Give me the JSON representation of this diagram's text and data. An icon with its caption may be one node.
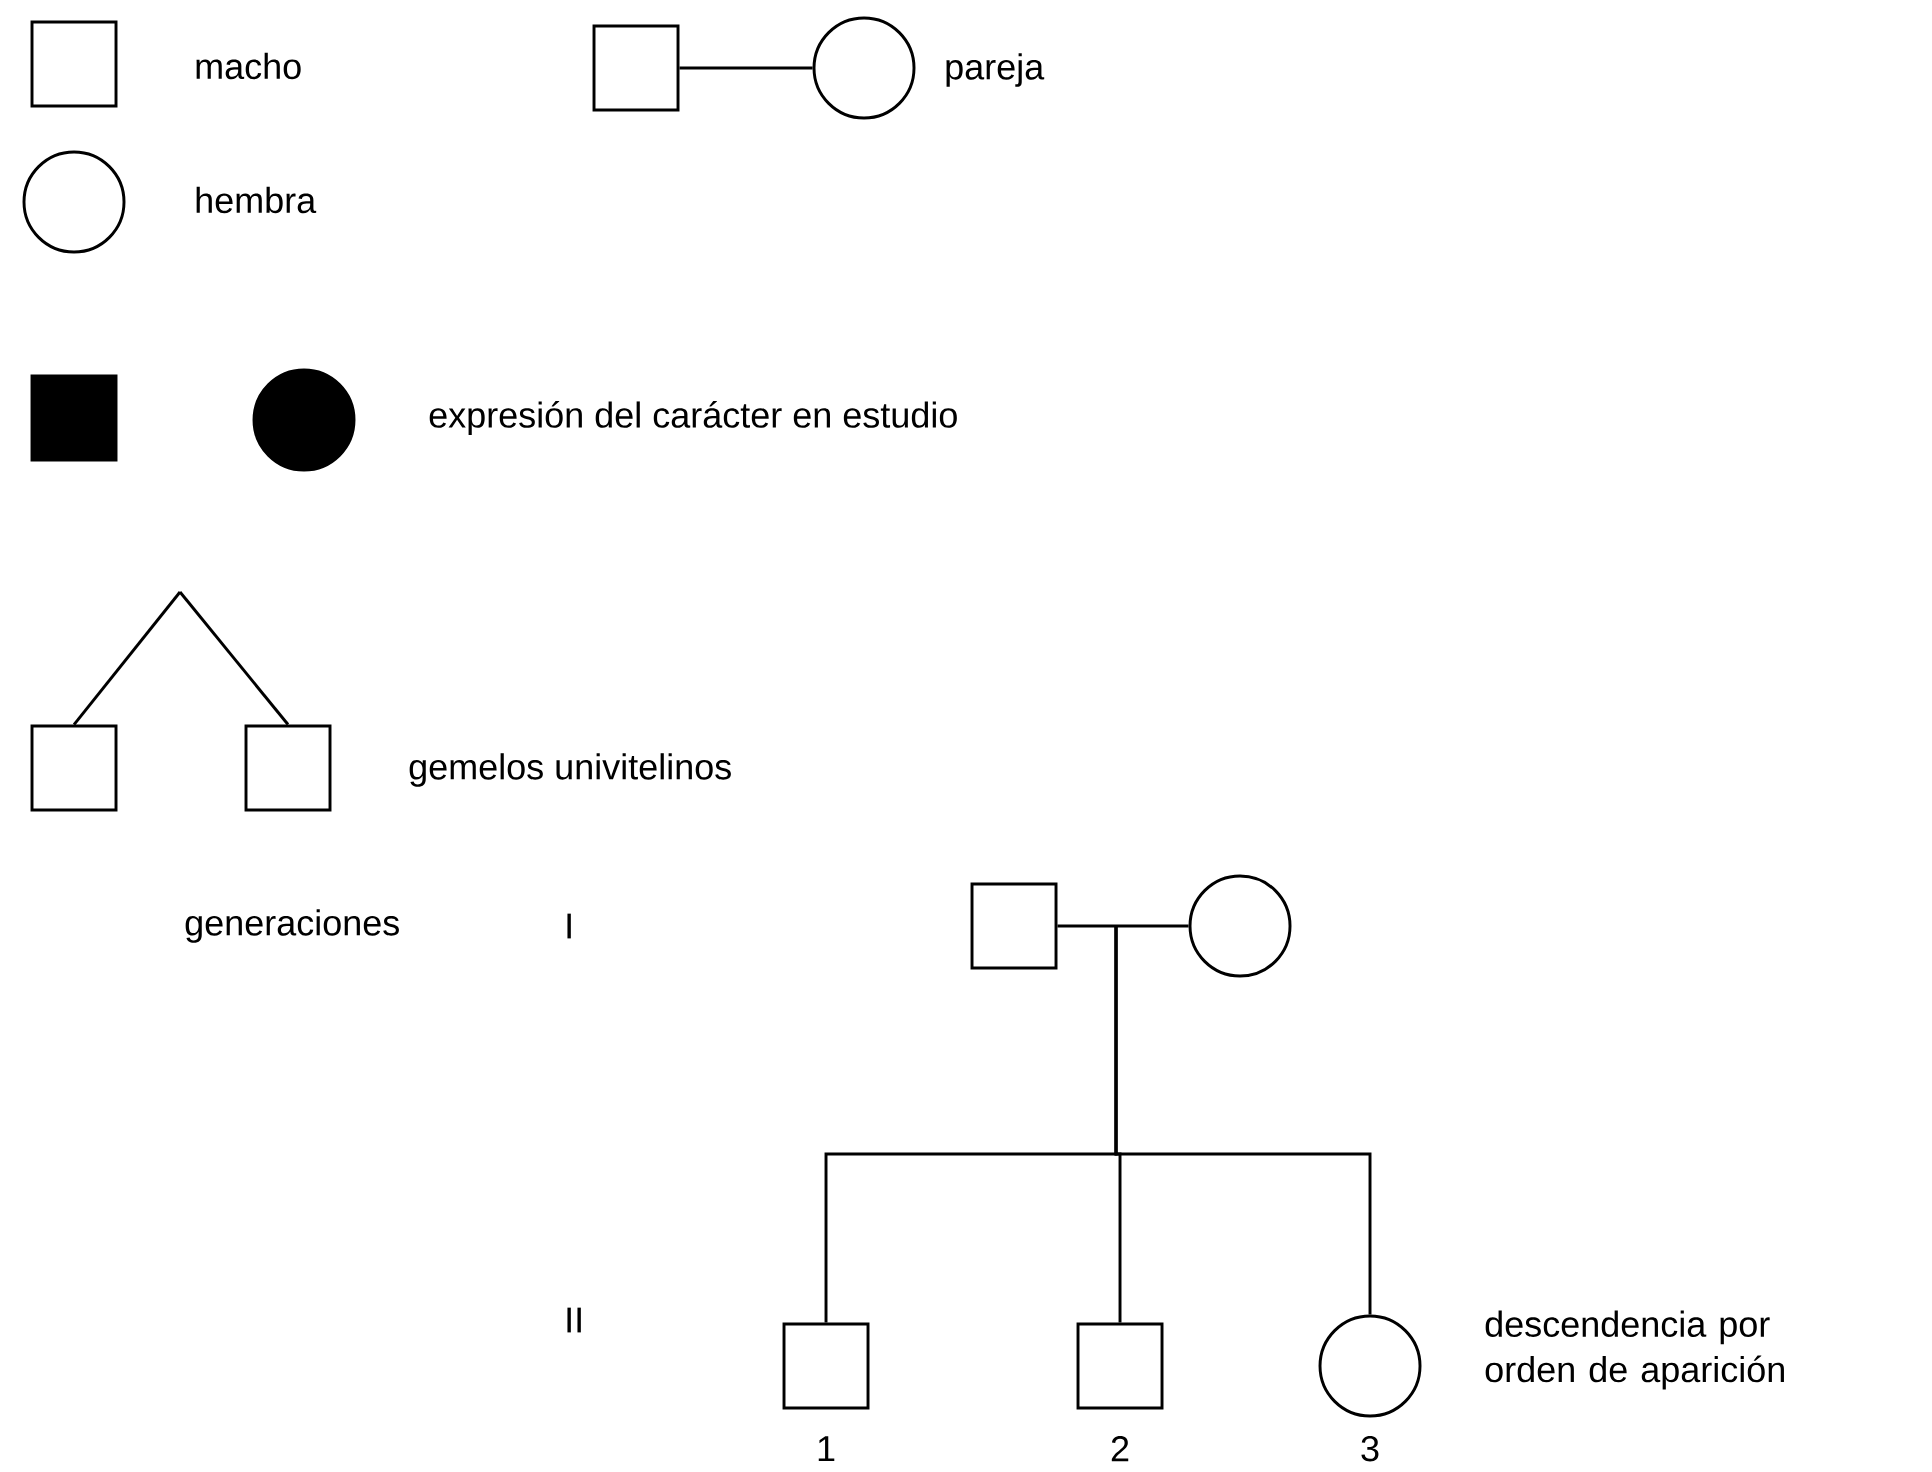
{
  "diagram": {
    "nodes": [
      {
        "text": [],
        "shape": "box"
      },
      {
        "text": [],
        "shape": "box"
      },
      {
        "text": [],
        "shape": "circle"
      },
      {
        "text": [],
        "shape": "circle"
      },
      {
        "text": [],
        "shape": "box"
      },
      {
        "text": [],
        "shape": "circle"
      },
      {
        "text": [],
        "shape": "box"
      },
      {
        "text": [],
        "shape": "box"
      },
      {
        "text": [],
        "shape": "box"
      },
      {
        "text": [],
        "shape": "circle"
      },
      {
        "text": [],
        "shape": "box",
        "beside": [
          "1"
        ]
      },
      {
        "text": [],
        "shape": "box",
        "beside": [
          "2"
        ]
      },
      {
        "text": [],
        "shape": "circle",
        "beside": [
          "3"
        ]
      }
    ],
    "edges": [
      {
        "from": 1,
        "to": 2,
        "arrow": "none"
      },
      {
        "from": null,
        "to": 6,
        "arrow": "none"
      },
      {
        "from": null,
        "to": 7,
        "arrow": "none"
      },
      {
        "from": 8,
        "to": 9,
        "arrow": "none"
      },
      {
        "from": null,
        "to": 10,
        "arrow": "none"
      },
      {
        "from": null,
        "to": 11,
        "arrow": "none"
      },
      {
        "from": null,
        "to": 12,
        "arrow": "none"
      }
    ],
    "labels": [
      "generaciones",
      "I",
      "II",
      "descendencia por orden de aparición"
    ],
    "legend": [
      {
        "text": "macho"
      },
      {
        "text": "pareja"
      },
      {
        "text": "hembra"
      },
      {
        "text": "expresión del carácter en estudio",
        "color": "#000000"
      },
      {
        "text": "gemelos univitelinos"
      }
    ]
  }
}
